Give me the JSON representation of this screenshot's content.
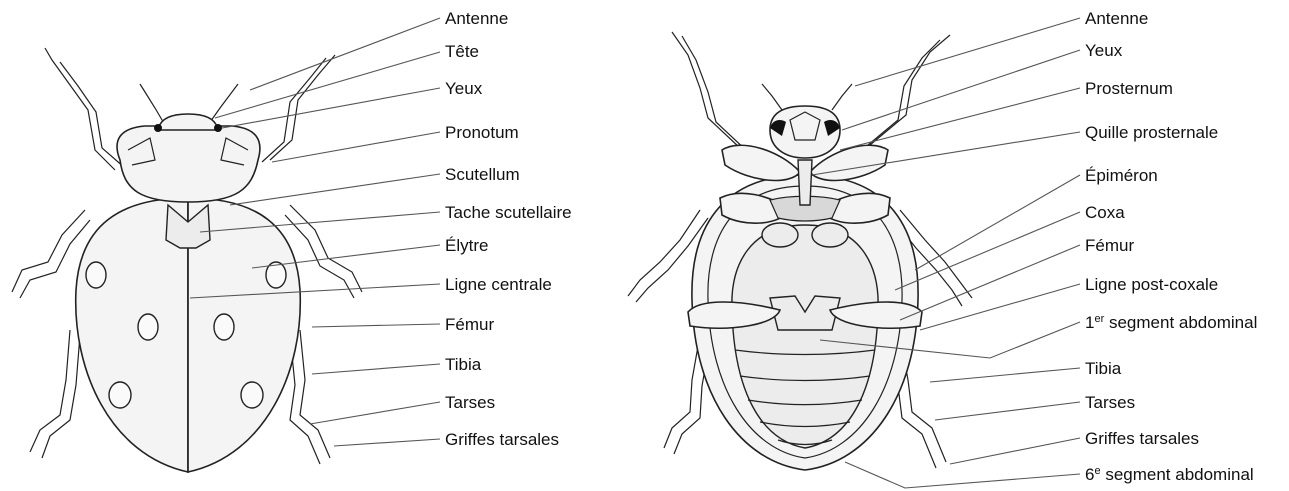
{
  "dorsal_labels": [
    {
      "text": "Antenne"
    },
    {
      "text": "Tête"
    },
    {
      "text": "Yeux"
    },
    {
      "text": "Pronotum"
    },
    {
      "text": "Scutellum"
    },
    {
      "text": "Tache scutellaire"
    },
    {
      "text": "Élytre"
    },
    {
      "text": "Ligne centrale"
    },
    {
      "text": "Fémur"
    },
    {
      "text": "Tibia"
    },
    {
      "text": "Tarses"
    },
    {
      "text": "Griffes tarsales"
    }
  ],
  "ventral_labels": [
    {
      "text": "Antenne"
    },
    {
      "text": "Yeux"
    },
    {
      "text": "Prosternum"
    },
    {
      "text": "Quille prosternale"
    },
    {
      "text": "Épiméron"
    },
    {
      "text": "Coxa"
    },
    {
      "text": "Fémur"
    },
    {
      "text": "Ligne post-coxale"
    },
    {
      "prefix": "1",
      "sup": "er",
      "text": " segment abdominal"
    },
    {
      "text": "Tibia"
    },
    {
      "text": "Tarses"
    },
    {
      "text": "Griffes tarsales"
    },
    {
      "prefix": "6",
      "sup": "e",
      "text": " segment abdominal"
    }
  ]
}
